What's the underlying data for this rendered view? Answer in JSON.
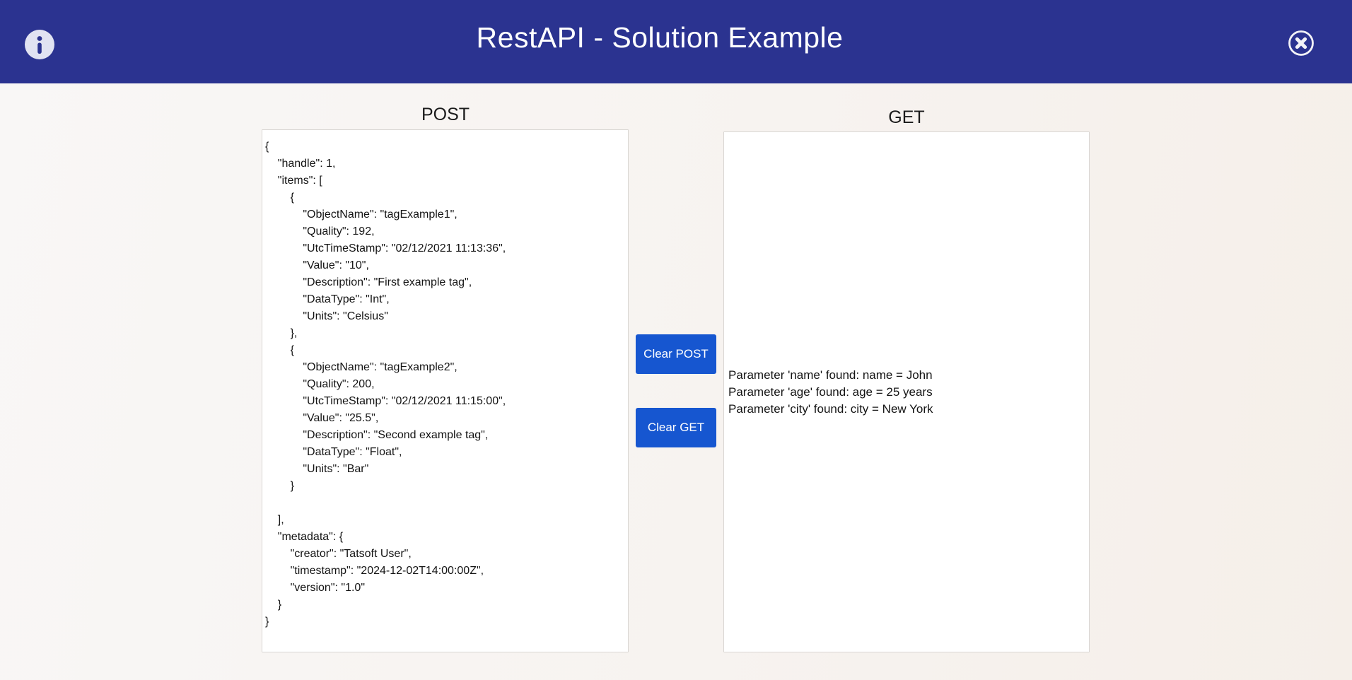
{
  "window": {
    "title": "RestAPI - Solution Example",
    "icons": {
      "left": "info-circle-icon",
      "right": "close-circle-icon"
    }
  },
  "colors": {
    "header_bg": "#2B3390",
    "button_bg": "#1656D0",
    "panel_bg": "#FFFFFF",
    "panel_border": "#D9D6D3",
    "title_text": "#FFFFFF",
    "body_text": "#141414"
  },
  "post_panel": {
    "label": "POST",
    "code": "{\n    \"handle\": 1,\n    \"items\": [\n        {\n            \"ObjectName\": \"tagExample1\",\n            \"Quality\": 192,\n            \"UtcTimeStamp\": \"02/12/2021 11:13:36\",\n            \"Value\": \"10\",\n            \"Description\": \"First example tag\",\n            \"DataType\": \"Int\",\n            \"Units\": \"Celsius\"\n        },\n        {\n            \"ObjectName\": \"tagExample2\",\n            \"Quality\": 200,\n            \"UtcTimeStamp\": \"02/12/2021 11:15:00\",\n            \"Value\": \"25.5\",\n            \"Description\": \"Second example tag\",\n            \"DataType\": \"Float\",\n            \"Units\": \"Bar\"\n        }\n\n    ],\n    \"metadata\": {\n        \"creator\": \"Tatsoft User\",\n        \"timestamp\": \"2024-12-02T14:00:00Z\",\n        \"version\": \"1.0\"\n    }\n}"
  },
  "get_panel": {
    "label": "GET",
    "output_lines": [
      "Parameter 'name' found: name = John",
      "Parameter 'age' found: age = 25 years",
      "Parameter 'city' found: city = New York"
    ]
  },
  "buttons": {
    "clear_post": "Clear POST",
    "clear_get": "Clear GET"
  }
}
